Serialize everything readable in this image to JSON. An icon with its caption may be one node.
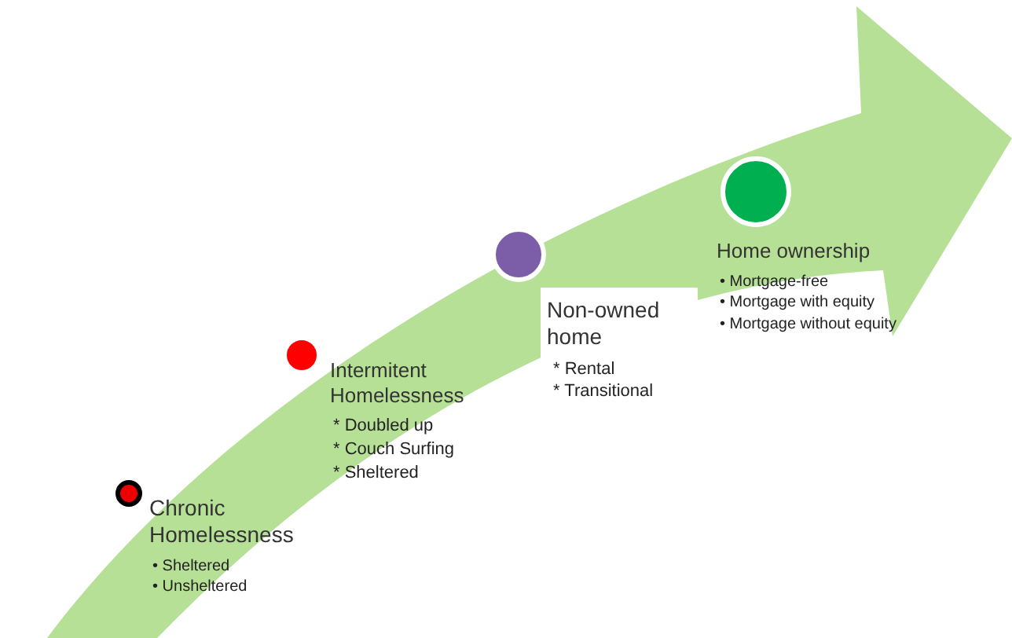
{
  "diagram": {
    "nodes": [
      {
        "text": [
          "Chronic Homelessness",
          "• Sheltered",
          "• Unsheltered"
        ]
      },
      {
        "text": [
          "Intermitent Homelessness",
          "* Doubled up",
          "* Couch Surfing",
          "* Sheltered"
        ]
      },
      {
        "text": [
          "Non-owned home",
          "* Rental",
          "* Transitional"
        ]
      },
      {
        "text": [
          "Home ownership",
          "• Mortgage-free",
          "• Mortgage with equity",
          "• Mortgage without equity"
        ]
      }
    ]
  }
}
